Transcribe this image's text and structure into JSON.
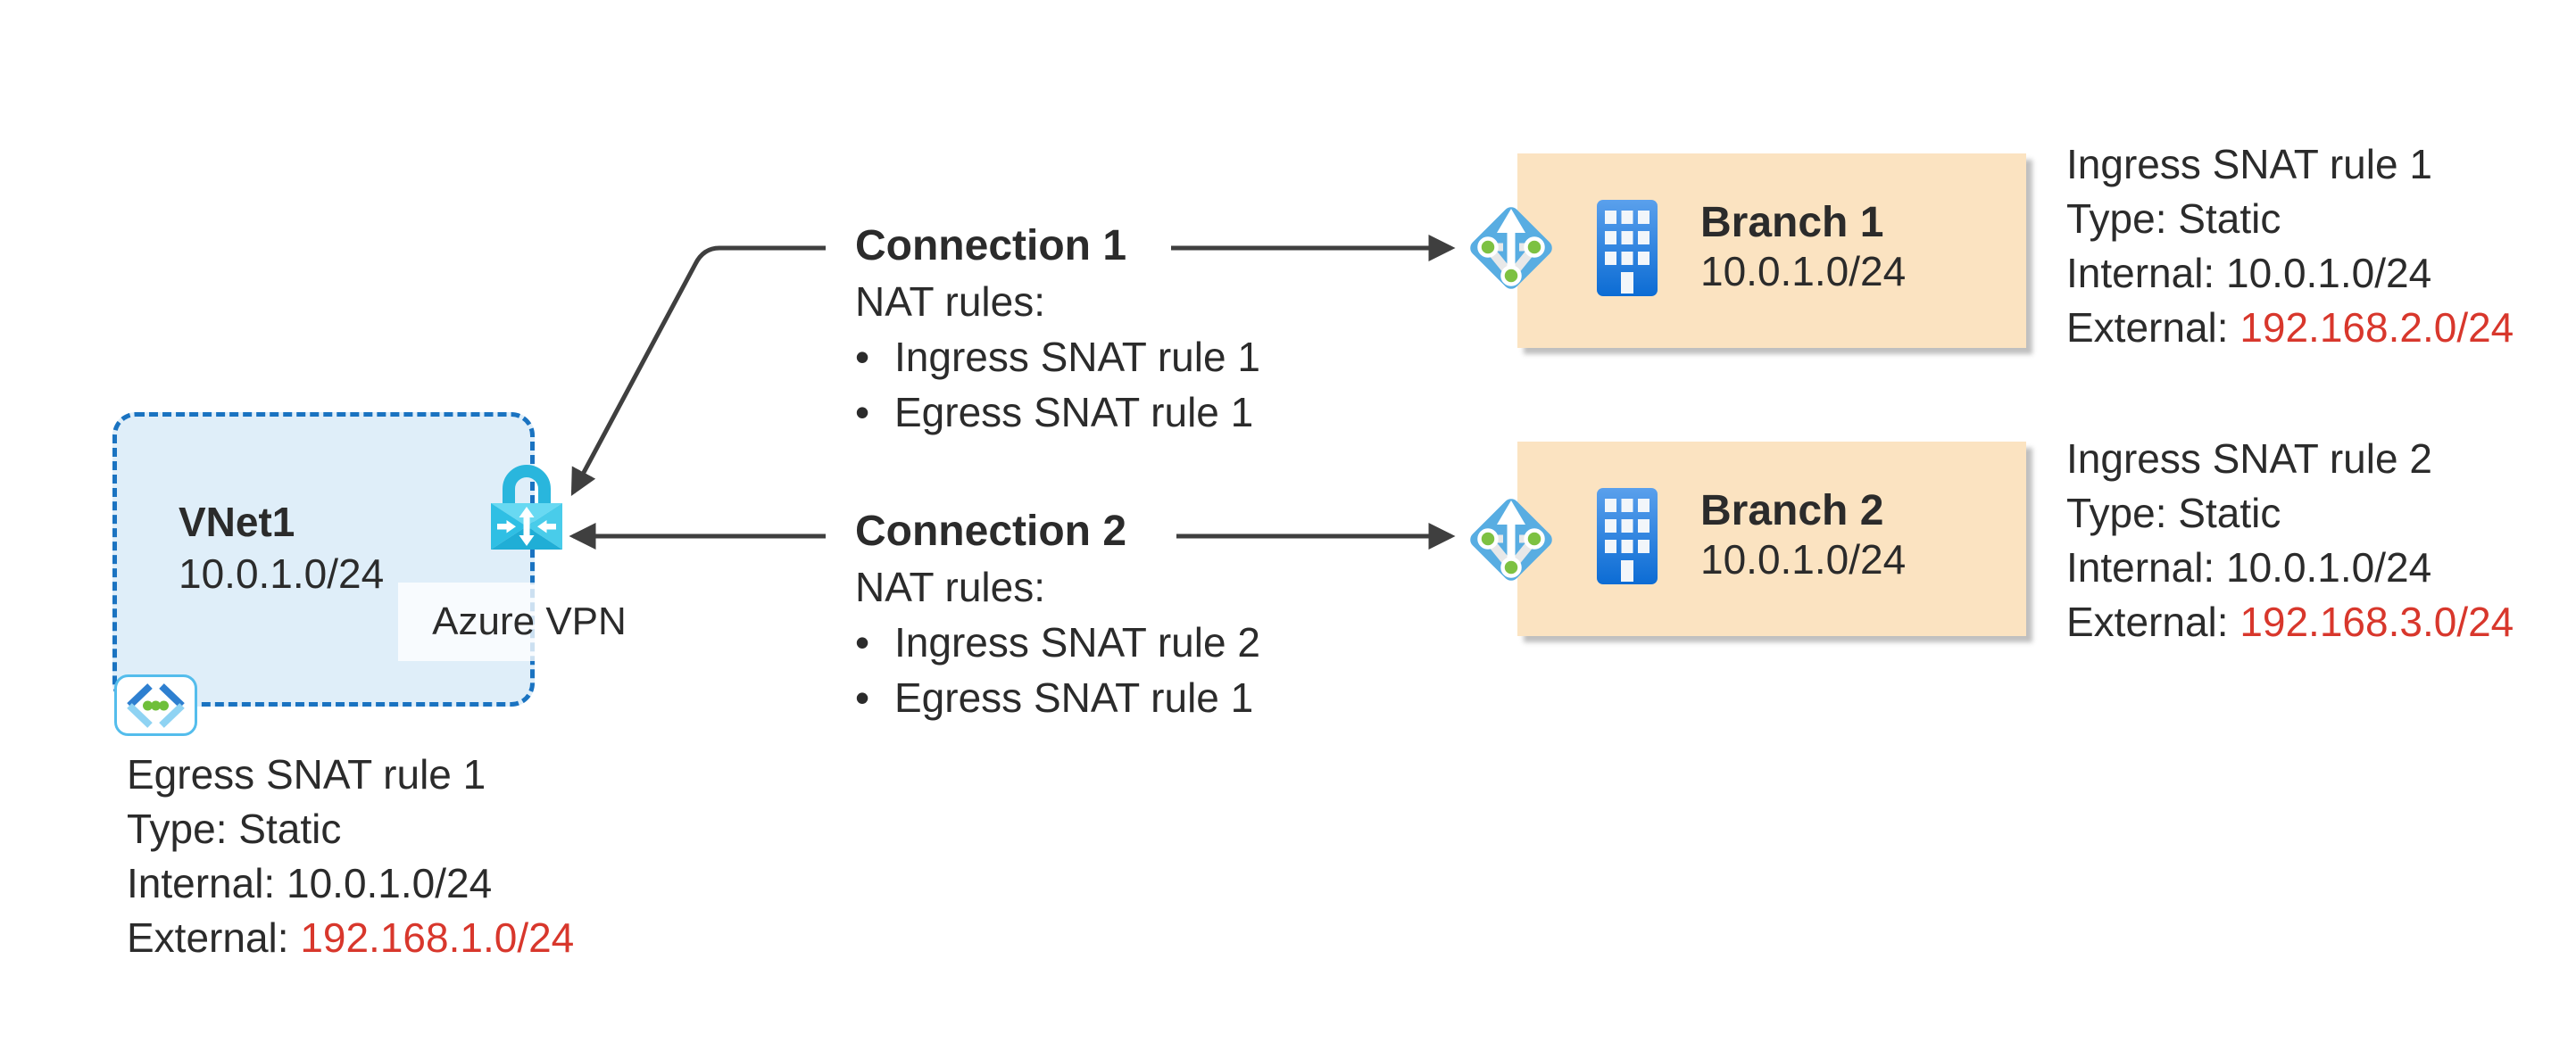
{
  "colors": {
    "text": "#2b2b2b",
    "red_external": "#d8372c",
    "arrow": "#3f3f3f",
    "vnet_fill": "#dfeef9",
    "vnet_border": "#1a73c1",
    "branch_fill": "#fbe3c1"
  },
  "vnet": {
    "name": "VNet1",
    "cidr": "10.0.1.0/24",
    "gateway_label": "Azure VPN",
    "egress_rule": {
      "title": "Egress SNAT rule 1",
      "type_line": "Type: Static",
      "internal_line": "Internal: 10.0.1.0/24",
      "external_label": "External:",
      "external_value": "192.168.1.0/24"
    }
  },
  "connections": [
    {
      "title": "Connection 1",
      "subtitle": "NAT rules:",
      "bullet": "•",
      "rules": [
        "Ingress SNAT rule 1",
        "Egress SNAT rule 1"
      ]
    },
    {
      "title": "Connection 2",
      "subtitle": "NAT rules:",
      "bullet": "•",
      "rules": [
        "Ingress SNAT rule 2",
        "Egress SNAT rule 1"
      ]
    }
  ],
  "branches": [
    {
      "name": "Branch 1",
      "cidr": "10.0.1.0/24",
      "ingress_rule": {
        "title": "Ingress SNAT rule 1",
        "type_line": "Type: Static",
        "internal_line": "Internal: 10.0.1.0/24",
        "external_label": "External:",
        "external_value": "192.168.2.0/24"
      }
    },
    {
      "name": "Branch 2",
      "cidr": "10.0.1.0/24",
      "ingress_rule": {
        "title": "Ingress SNAT rule 2",
        "type_line": "Type: Static",
        "internal_line": "Internal: 10.0.1.0/24",
        "external_label": "External:",
        "external_value": "192.168.3.0/24"
      }
    }
  ]
}
